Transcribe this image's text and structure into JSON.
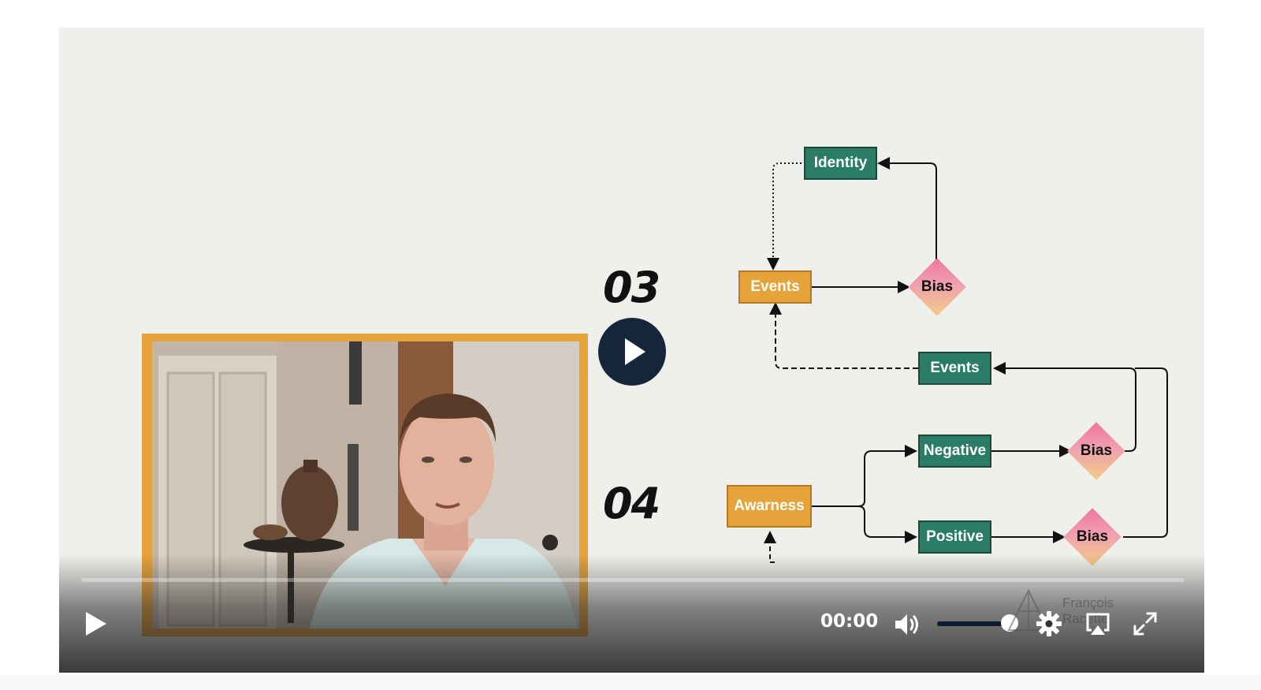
{
  "slide": {
    "step3": "03",
    "step4": "04",
    "nodes": {
      "identity": "Identity",
      "events_top": "Events",
      "bias_top": "Bias",
      "events_mid": "Events",
      "negative": "Negative",
      "bias_neg": "Bias",
      "awareness": "Awarness",
      "positive": "Positive",
      "bias_pos": "Bias"
    }
  },
  "player": {
    "time": "00:00",
    "progress": 0,
    "volume": 0.92
  },
  "watermark": {
    "line1": "François",
    "line2": "Racette"
  },
  "colors": {
    "green": "#2a7c64",
    "orange": "#e6a33a",
    "navy": "#15263a"
  },
  "icons": [
    "play-icon",
    "volume-icon",
    "gear-icon",
    "airplay-icon",
    "fullscreen-icon"
  ]
}
